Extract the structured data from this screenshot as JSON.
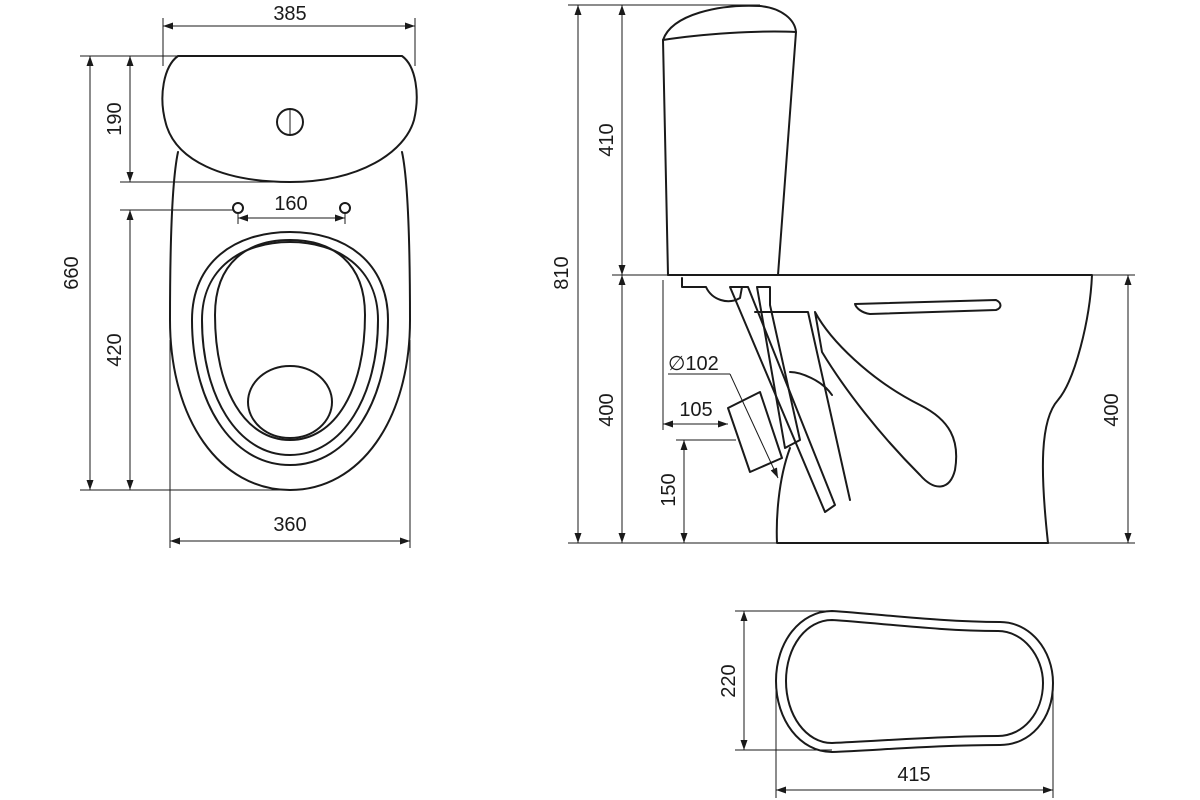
{
  "dimensions": {
    "top_width": "385",
    "overall_length": "660",
    "tank_depth": "190",
    "bolt_spacing": "160",
    "bowl_length": "420",
    "base_width": "360",
    "total_height": "810",
    "tank_height": "410",
    "bowl_height_left": "400",
    "bowl_height_right": "400",
    "outlet_diameter": "∅102",
    "outlet_offset": "105",
    "outlet_height": "150",
    "footprint_depth": "220",
    "footprint_length": "415"
  },
  "colors": {
    "line": "#1a1a1a",
    "background": "#ffffff"
  }
}
